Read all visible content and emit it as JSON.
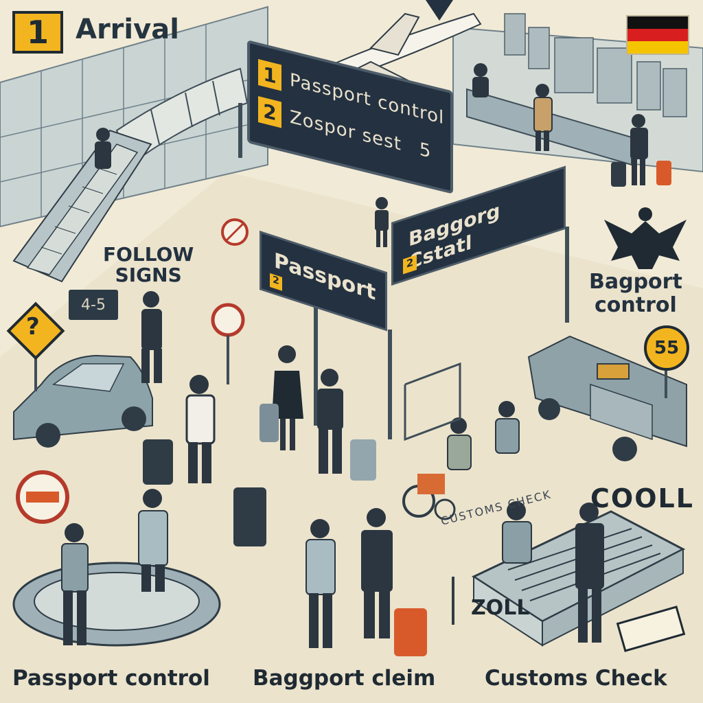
{
  "header": {
    "step_number": "1",
    "title": "Arrival"
  },
  "flag": {
    "colors": [
      "#111111",
      "#d81e1e",
      "#f5c400"
    ]
  },
  "overhead_sign": {
    "rows": [
      {
        "badge": "1",
        "text": "Passport control"
      },
      {
        "badge": "2",
        "text": "Zospor sest"
      },
      {
        "badge": "",
        "text": "5"
      }
    ]
  },
  "gate_signs": {
    "left": {
      "title": "Passport",
      "badge": "2"
    },
    "right": {
      "title": "Baggorg Cstatl",
      "badge": "2"
    }
  },
  "labels": {
    "follow_signs": "FOLLOW\nSIGNS",
    "number_sign": "4-5",
    "eagle_label": "Bagport\ncontrol",
    "speed_sign": "55",
    "zoll_top": "COOLL",
    "customs_small": "CUSTOMS CHECK",
    "zoll_box": "ZOLL",
    "warning_glyph": "?"
  },
  "bottom_labels": {
    "passport": "Passport control",
    "baggage": "Baggport cleim",
    "customs": "Customs Check"
  },
  "colors": {
    "background": "#f1ead6",
    "sign_dark": "#243140",
    "accent_yellow": "#f2b51f",
    "steel": "#7c8f99"
  }
}
